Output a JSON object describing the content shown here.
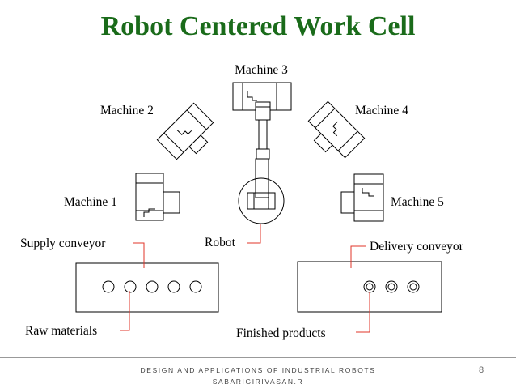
{
  "title": "Robot Centered Work Cell",
  "labels": {
    "machine1": "Machine 1",
    "machine2": "Machine 2",
    "machine3": "Machine 3",
    "machine4": "Machine 4",
    "machine5": "Machine 5",
    "robot": "Robot",
    "supply_conveyor": "Supply conveyor",
    "delivery_conveyor": "Delivery conveyor",
    "raw_materials": "Raw materials",
    "finished_products": "Finished products"
  },
  "footer": {
    "line1": "DESIGN AND APPLICATIONS OF INDUSTRIAL ROBOTS",
    "line2": "SABARIGIRIVASAN.R",
    "page_number": "8"
  },
  "colors": {
    "title": "#1a6b1a",
    "leader_lines": "#e0342a",
    "stroke": "#000000"
  }
}
